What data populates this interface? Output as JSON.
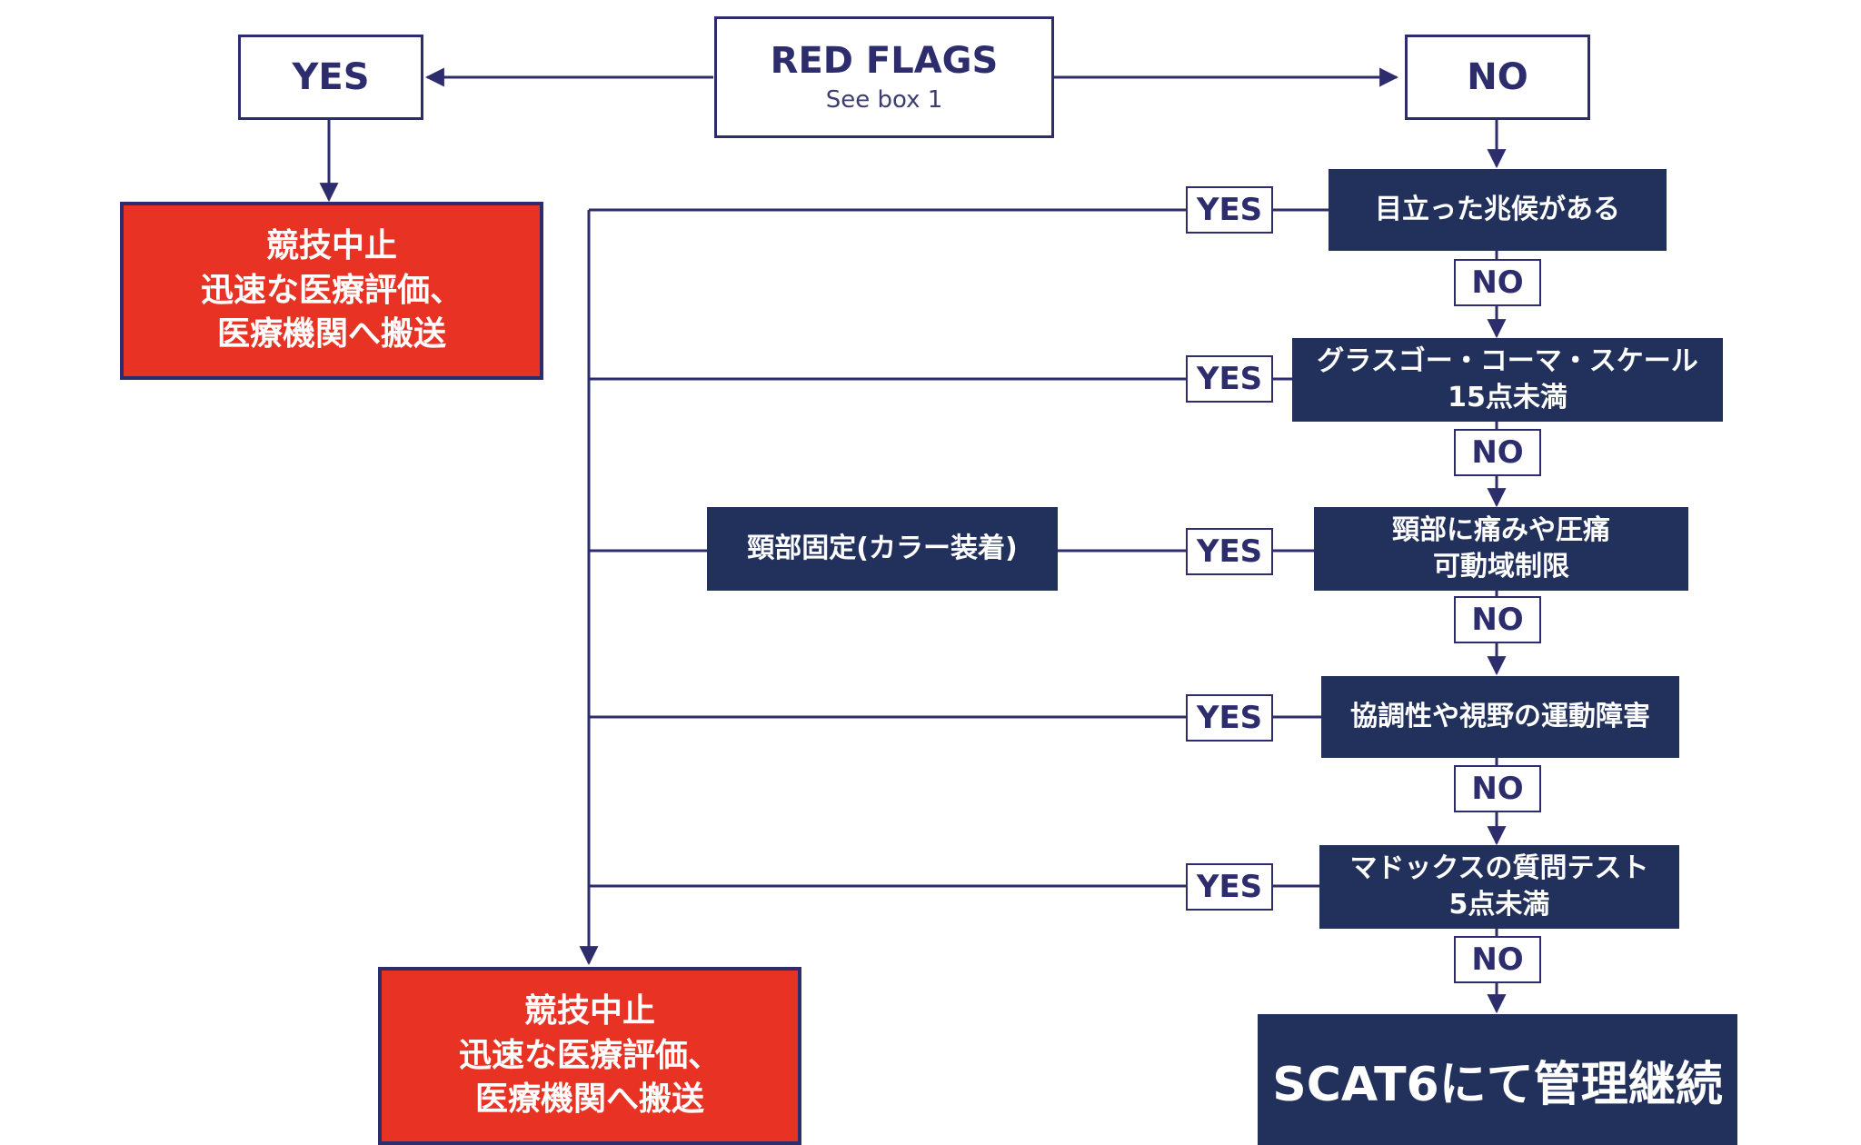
{
  "colors": {
    "navy_line": "#2d2d6e",
    "dark_box": "#22305c",
    "stop_red": "#e83324"
  },
  "top": {
    "title": "RED FLAGS",
    "subtitle": "See box 1"
  },
  "branch_labels": {
    "yes": "YES",
    "no": "NO"
  },
  "stop_box": {
    "text": "競技中止\n迅速な医療評価、\n医療機関へ搬送"
  },
  "questions": [
    {
      "text": "目立った兆候がある"
    },
    {
      "text": "グラスゴー・コーマ・スケール\n15点未満"
    },
    {
      "text": "頸部に痛みや圧痛\n可動域制限"
    },
    {
      "text": "協調性や視野の運動障害"
    },
    {
      "text": "マドックスの質問テスト\n5点未満"
    }
  ],
  "neck_box": {
    "text": "頸部固定(カラー装着)"
  },
  "final_box": {
    "text": "SCAT6にて管理継続"
  }
}
